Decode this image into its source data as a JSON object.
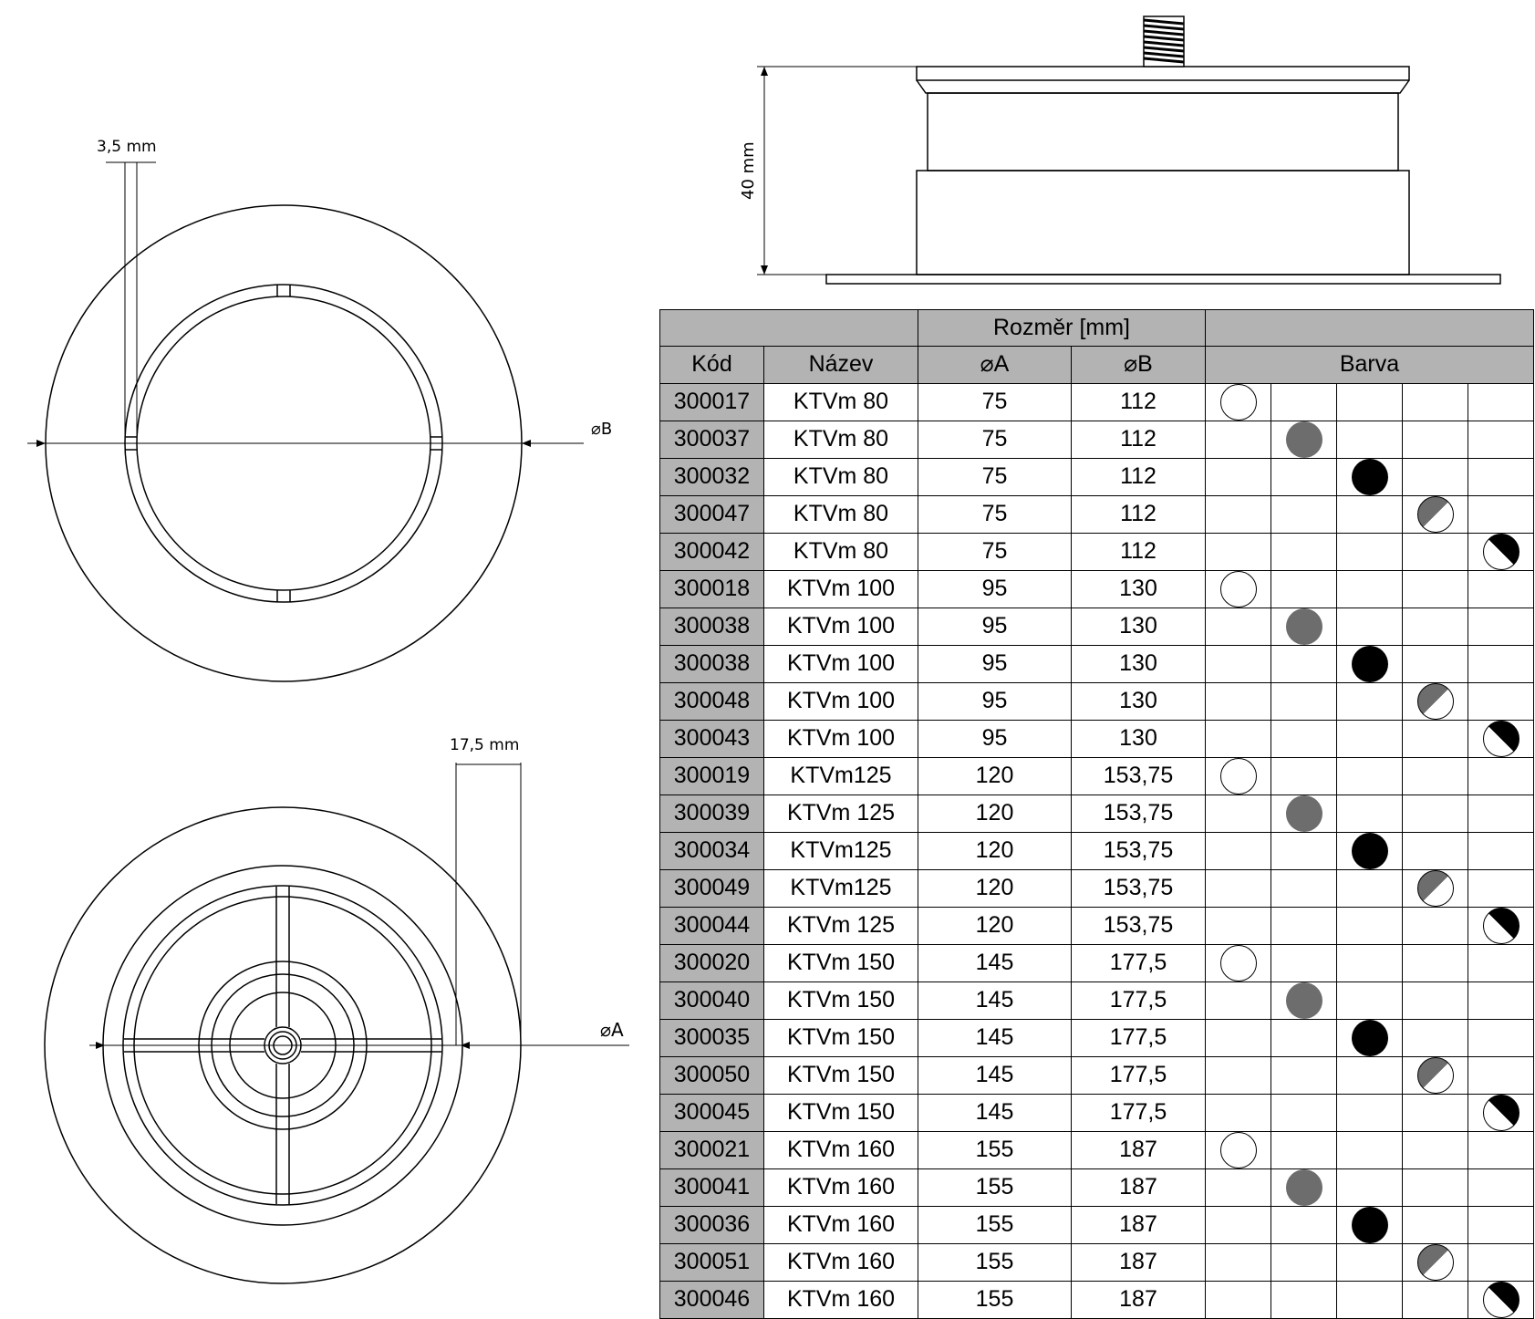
{
  "dimensions": {
    "wall_thickness": "3,5 mm",
    "rim_width": "17,5 mm",
    "height": "40 mm",
    "diameter_b": "⌀B",
    "diameter_a": "⌀A"
  },
  "table": {
    "group_header": "Rozměr [mm]",
    "columns": {
      "code": "Kód",
      "name": "Název",
      "a": "⌀A",
      "b": "⌀B",
      "color": "Barva"
    },
    "color_options": [
      "white",
      "grey",
      "black",
      "halfgrey",
      "halfblack"
    ],
    "rows": [
      {
        "code": "300017",
        "name": "KTVm 80",
        "a": "75",
        "b": "112",
        "color": 0
      },
      {
        "code": "300037",
        "name": "KTVm 80",
        "a": "75",
        "b": "112",
        "color": 1
      },
      {
        "code": "300032",
        "name": "KTVm 80",
        "a": "75",
        "b": "112",
        "color": 2
      },
      {
        "code": "300047",
        "name": "KTVm 80",
        "a": "75",
        "b": "112",
        "color": 3
      },
      {
        "code": "300042",
        "name": "KTVm 80",
        "a": "75",
        "b": "112",
        "color": 4
      },
      {
        "code": "300018",
        "name": "KTVm 100",
        "a": "95",
        "b": "130",
        "color": 0
      },
      {
        "code": "300038",
        "name": "KTVm 100",
        "a": "95",
        "b": "130",
        "color": 1
      },
      {
        "code": "300038",
        "name": "KTVm 100",
        "a": "95",
        "b": "130",
        "color": 2
      },
      {
        "code": "300048",
        "name": "KTVm 100",
        "a": "95",
        "b": "130",
        "color": 3
      },
      {
        "code": "300043",
        "name": "KTVm 100",
        "a": "95",
        "b": "130",
        "color": 4
      },
      {
        "code": "300019",
        "name": "KTVm125",
        "a": "120",
        "b": "153,75",
        "color": 0
      },
      {
        "code": "300039",
        "name": "KTVm 125",
        "a": "120",
        "b": "153,75",
        "color": 1
      },
      {
        "code": "300034",
        "name": "KTVm125",
        "a": "120",
        "b": "153,75",
        "color": 2
      },
      {
        "code": "300049",
        "name": "KTVm125",
        "a": "120",
        "b": "153,75",
        "color": 3
      },
      {
        "code": "300044",
        "name": "KTVm 125",
        "a": "120",
        "b": "153,75",
        "color": 4
      },
      {
        "code": "300020",
        "name": "KTVm 150",
        "a": "145",
        "b": "177,5",
        "color": 0
      },
      {
        "code": "300040",
        "name": "KTVm 150",
        "a": "145",
        "b": "177,5",
        "color": 1
      },
      {
        "code": "300035",
        "name": "KTVm 150",
        "a": "145",
        "b": "177,5",
        "color": 2
      },
      {
        "code": "300050",
        "name": "KTVm 150",
        "a": "145",
        "b": "177,5",
        "color": 3
      },
      {
        "code": "300045",
        "name": "KTVm 150",
        "a": "145",
        "b": "177,5",
        "color": 4
      },
      {
        "code": "300021",
        "name": "KTVm 160",
        "a": "155",
        "b": "187",
        "color": 0
      },
      {
        "code": "300041",
        "name": "KTVm 160",
        "a": "155",
        "b": "187",
        "color": 1
      },
      {
        "code": "300036",
        "name": "KTVm 160",
        "a": "155",
        "b": "187",
        "color": 2
      },
      {
        "code": "300051",
        "name": "KTVm 160",
        "a": "155",
        "b": "187",
        "color": 3
      },
      {
        "code": "300046",
        "name": "KTVm 160",
        "a": "155",
        "b": "187",
        "color": 4
      }
    ]
  }
}
